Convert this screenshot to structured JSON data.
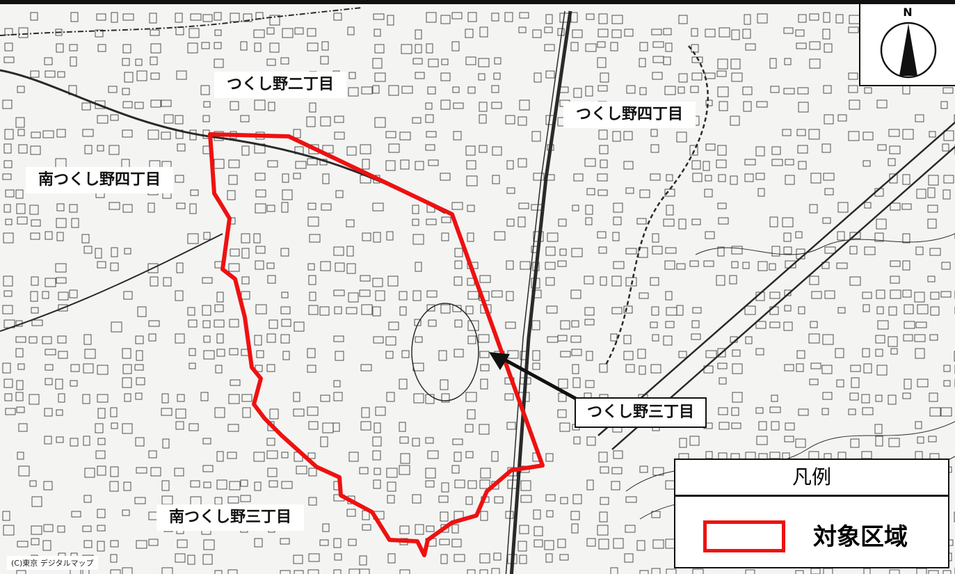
{
  "map": {
    "labels": {
      "tsukushino_2": "つくし野二丁目",
      "tsukushino_4": "つくし野四丁目",
      "minami_tsukushino_4": "南つくし野四丁目",
      "minami_tsukushino_3": "南つくし野三丁目",
      "tsukushino_3": "つくし野三丁目"
    },
    "compass": {
      "north": "N",
      "icon": "north-arrow-icon"
    },
    "legend": {
      "title": "凡例",
      "item_label": "対象区域",
      "item_color": "#ee1111"
    },
    "copyright": "(C)東京 デジタルマップ",
    "colors": {
      "boundary": "#ee1111",
      "basemap_line": "#2a2a2a",
      "background": "#f4f4f2"
    }
  }
}
